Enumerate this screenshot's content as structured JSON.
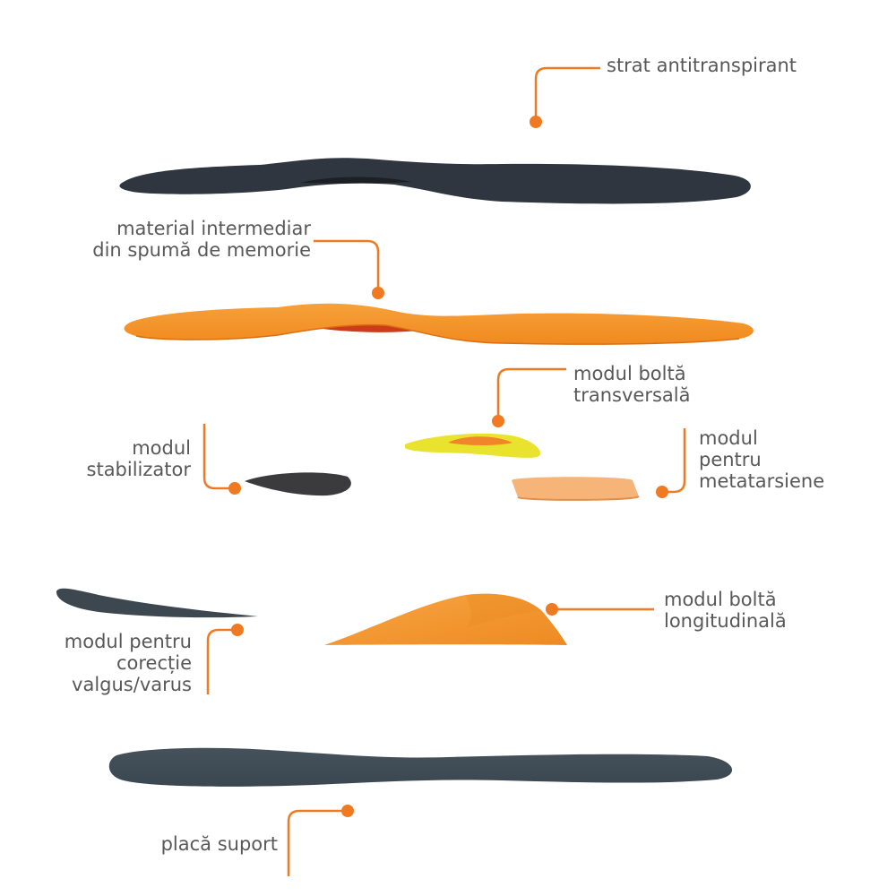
{
  "colors": {
    "leader": "#f07a22",
    "text": "#58585a",
    "dark_layer": "#2f3640",
    "orange": "#f39428",
    "yellow": "#eae32e",
    "peach": "#f7b479",
    "gray": "#3f4850"
  },
  "labels": {
    "antiperspirant": [
      "strat antitranspirant"
    ],
    "memory_foam": [
      "material intermediar",
      "din spumă de memorie"
    ],
    "transverse_arch": [
      "modul boltă",
      "transversală"
    ],
    "stabilizer": [
      "modul",
      "stabilizator"
    ],
    "metatarsal": [
      "modul",
      "pentru",
      "metatarsiene"
    ],
    "longitudinal_arch": [
      "modul boltă",
      "longitudinală"
    ],
    "valgus_varus": [
      "modul pentru",
      "corecție",
      "valgus/varus"
    ],
    "support_plate": [
      "placă suport"
    ]
  }
}
